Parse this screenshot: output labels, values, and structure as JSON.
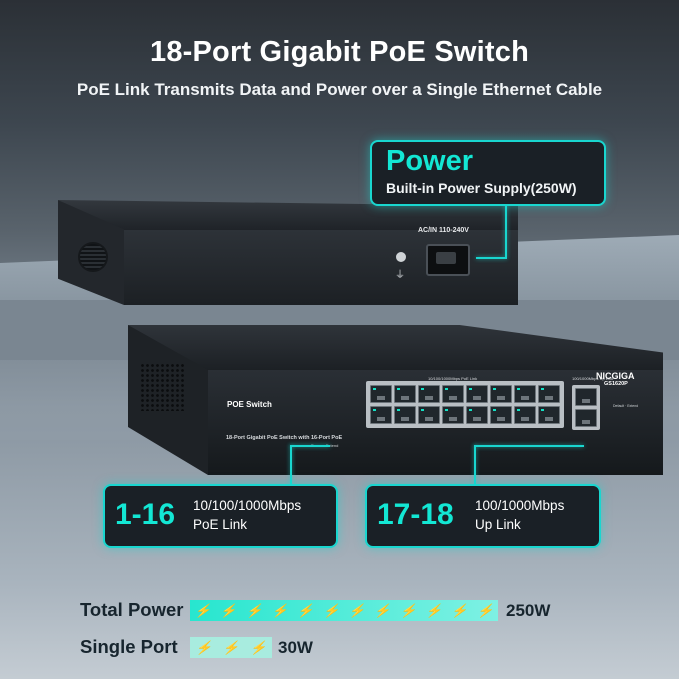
{
  "header": {
    "title": "18-Port Gigabit PoE Switch",
    "subtitle": "PoE Link Transmits Data and Power over a Single Ethernet Cable"
  },
  "rear_panel": {
    "ac_label": "AC/IN 110-240V"
  },
  "front_panel": {
    "model_label": "POE Switch",
    "description": "18-Port Gigabit PoE Switch with 16-Port PoE",
    "brand": "NICGIGA",
    "model_number": "GS1620P",
    "status_labels": "Power · Extend",
    "speed_label": "10/100/1000Mbps PoE Link",
    "uplink_label": "100/1000Mbps Up Link",
    "right_labels": "Default · Extend",
    "poe_ports": 16,
    "uplink_ports": 2
  },
  "callouts": {
    "power": {
      "heading": "Power",
      "detail": "Built-in Power Supply(250W)"
    },
    "poe": {
      "range": "1-16",
      "line1": "10/100/1000Mbps",
      "line2": "PoE Link"
    },
    "uplink": {
      "range": "17-18",
      "line1": "100/1000Mbps",
      "line2": "Up Link"
    }
  },
  "power_bars": {
    "total": {
      "label": "Total Power",
      "value": "250W",
      "bolts": 12
    },
    "single": {
      "label": "Single Port",
      "value": "30W",
      "bolts": 3
    }
  },
  "colors": {
    "accent": "#19d6cf",
    "dark": "#1a2026",
    "text_dark": "#17252e"
  }
}
